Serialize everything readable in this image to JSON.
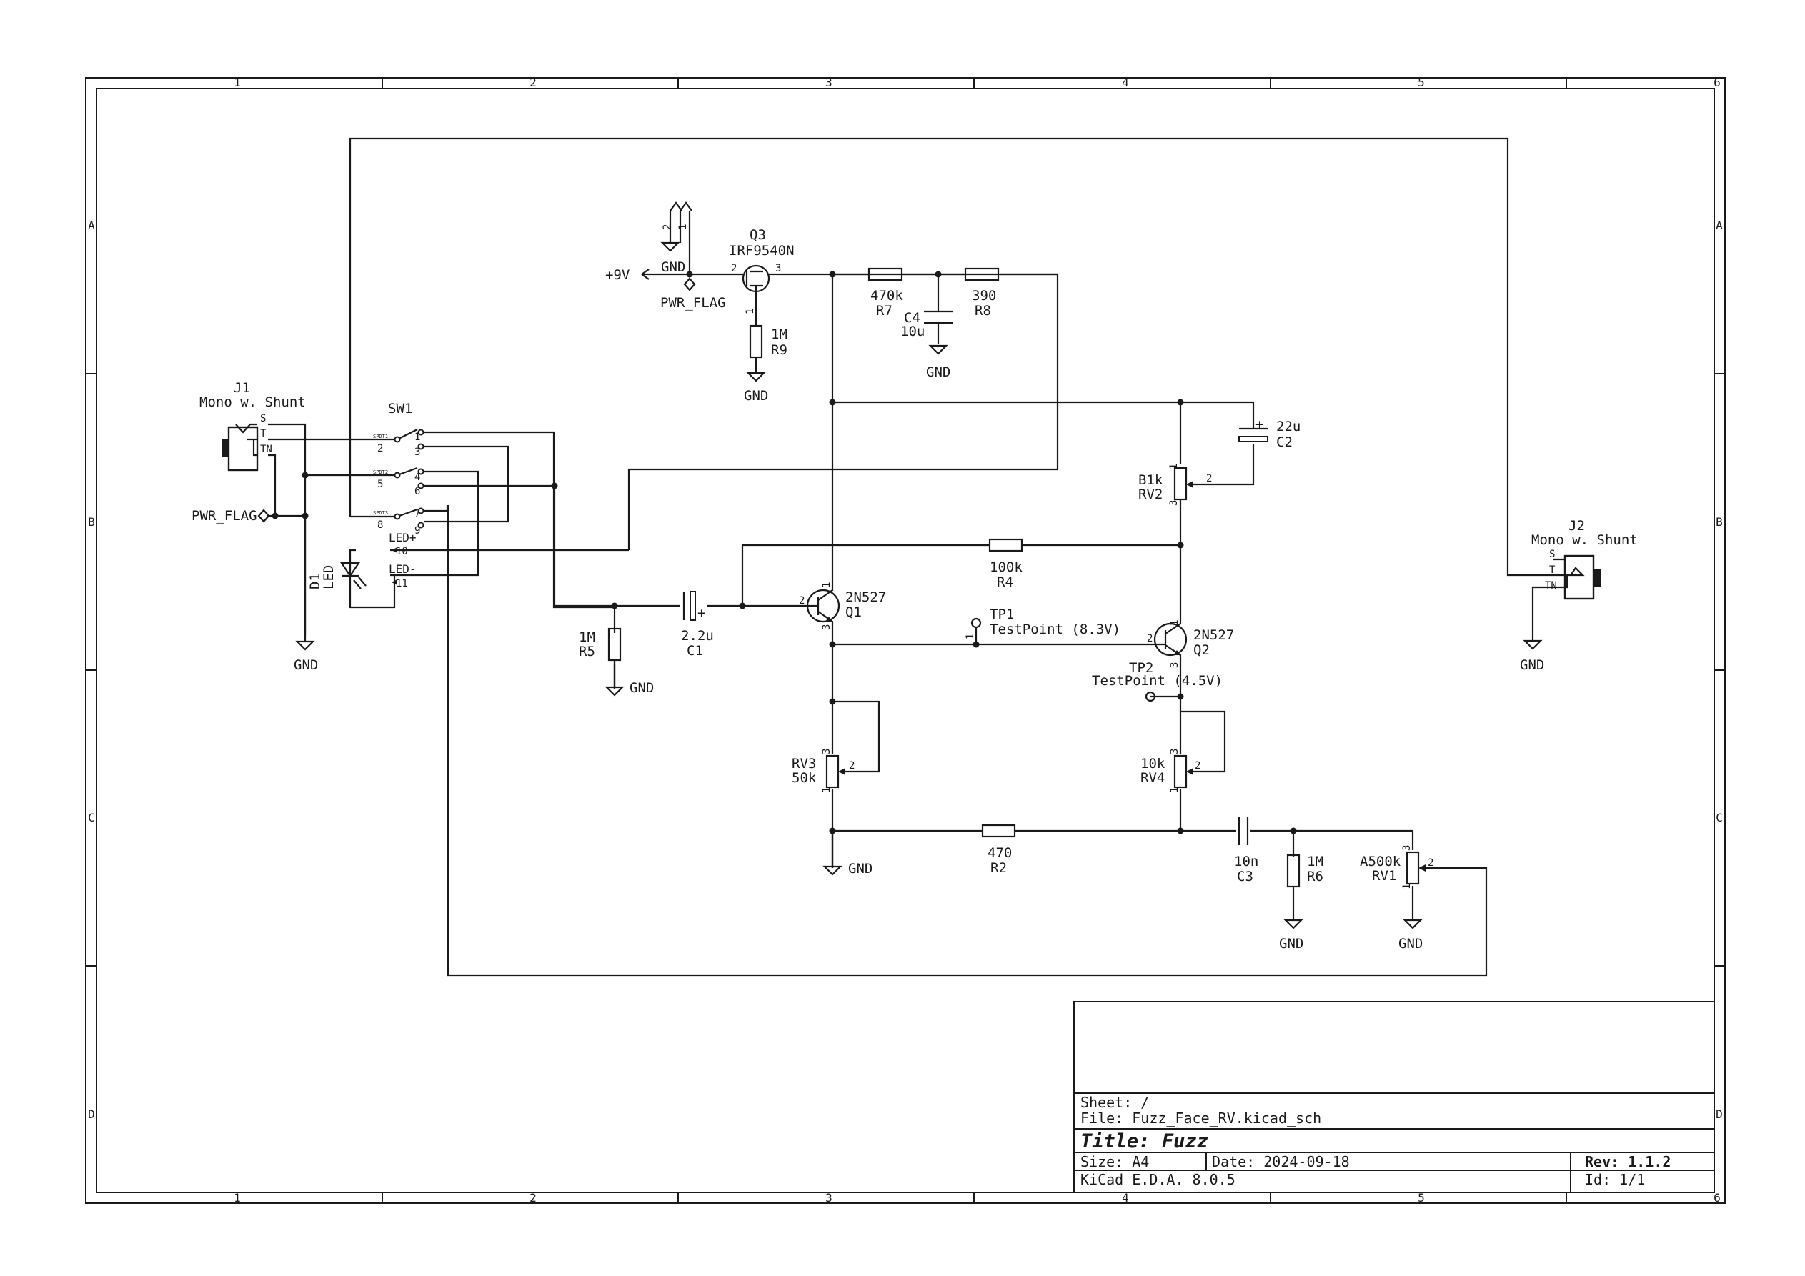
{
  "frame": {
    "columns": [
      "1",
      "2",
      "3",
      "4",
      "5",
      "6"
    ],
    "rows": [
      "A",
      "B",
      "C",
      "D"
    ]
  },
  "title_block": {
    "sheet": "Sheet: /",
    "file": "File: Fuzz_Face_RV.kicad_sch",
    "title_label": "Title:",
    "title": "Fuzz",
    "size": "Size: A4",
    "date": "Date: 2024-09-18",
    "rev": "Rev: 1.1.2",
    "tool": "KiCad E.D.A. 8.0.5",
    "id": "Id: 1/1"
  },
  "components": {
    "J1": {
      "ref": "J1",
      "value": "Mono w. Shunt",
      "pins": [
        "S",
        "T",
        "TN"
      ]
    },
    "J2": {
      "ref": "J2",
      "value": "Mono w. Shunt",
      "pins": [
        "S",
        "T",
        "TN"
      ]
    },
    "SW1": {
      "ref": "SW1",
      "pins": [
        "1",
        "2",
        "3",
        "4",
        "5",
        "6",
        "7",
        "8",
        "9",
        "10",
        "11"
      ],
      "sections": [
        "SPDT1",
        "SPDT2",
        "SPDT3"
      ],
      "led_plus": "LED+",
      "led_minus": "LED-"
    },
    "D1": {
      "ref": "D1",
      "value": "LED"
    },
    "Q1": {
      "ref": "Q1",
      "value": "2N527",
      "pins": [
        "1",
        "2",
        "3"
      ]
    },
    "Q2": {
      "ref": "Q2",
      "value": "2N527",
      "pins": [
        "1",
        "2",
        "3"
      ]
    },
    "Q3": {
      "ref": "Q3",
      "value": "IRF9540N",
      "pins": [
        "1",
        "2",
        "3"
      ]
    },
    "R2": {
      "ref": "R2",
      "value": "470"
    },
    "R4": {
      "ref": "R4",
      "value": "100k"
    },
    "R5": {
      "ref": "R5",
      "value": "1M"
    },
    "R6": {
      "ref": "R6",
      "value": "1M"
    },
    "R7": {
      "ref": "R7",
      "value": "470k"
    },
    "R8": {
      "ref": "R8",
      "value": "390"
    },
    "R9": {
      "ref": "R9",
      "value": "1M"
    },
    "C1": {
      "ref": "C1",
      "value": "2.2u"
    },
    "C2": {
      "ref": "C2",
      "value": "22u"
    },
    "C3": {
      "ref": "C3",
      "value": "10n"
    },
    "C4": {
      "ref": "C4",
      "value": "10u"
    },
    "RV1": {
      "ref": "RV1",
      "value": "A500k"
    },
    "RV2": {
      "ref": "RV2",
      "value": "B1k"
    },
    "RV3": {
      "ref": "RV3",
      "value": "50k"
    },
    "RV4": {
      "ref": "RV4",
      "value": "10k"
    },
    "TP1": {
      "ref": "TP1",
      "value": "TestPoint (8.3V)"
    },
    "TP2": {
      "ref": "TP2",
      "value": "TestPoint (4.5V)"
    }
  },
  "power": {
    "gnd": "GND",
    "vcc": "+9V",
    "flag": "PWR_FLAG"
  }
}
